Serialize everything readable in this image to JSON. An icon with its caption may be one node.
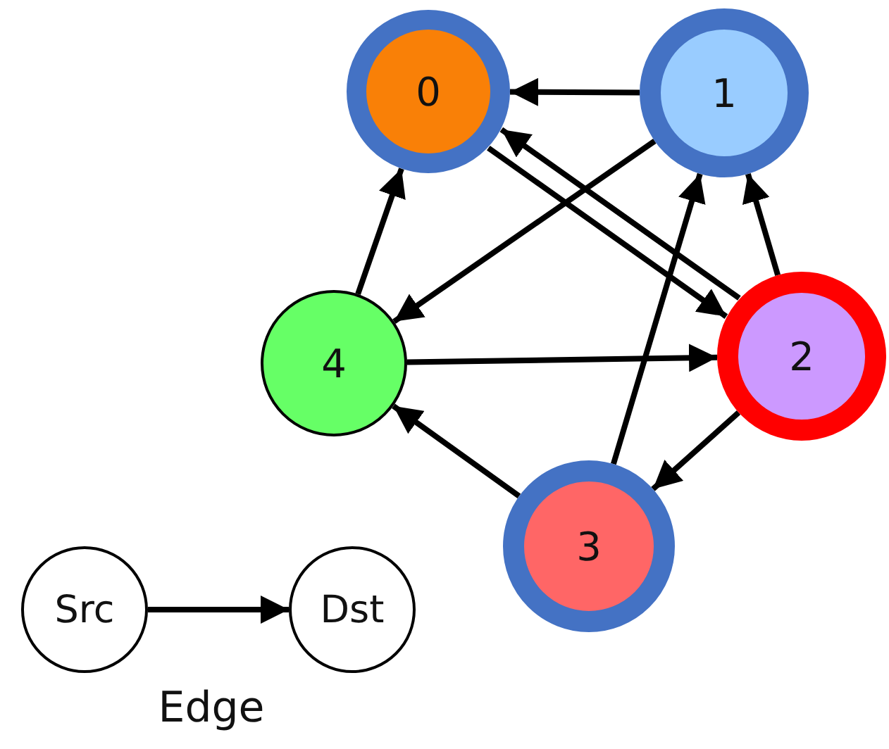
{
  "diagram": {
    "nodes": [
      {
        "text": [
          "0"
        ]
      },
      {
        "text": [
          "1"
        ]
      },
      {
        "text": [
          "2"
        ]
      },
      {
        "text": [
          "3"
        ]
      },
      {
        "text": [
          "4"
        ]
      },
      {
        "text": [
          "Src"
        ]
      },
      {
        "text": [
          "Dst"
        ]
      }
    ],
    "edges": [
      {
        "from": 1,
        "to": 0,
        "arrow": "to"
      },
      {
        "from": 1,
        "to": 4,
        "arrow": "to"
      },
      {
        "from": 0,
        "to": 2,
        "arrow": "to"
      },
      {
        "from": 2,
        "to": 0,
        "arrow": "to"
      },
      {
        "from": 2,
        "to": 1,
        "arrow": "to"
      },
      {
        "from": 4,
        "to": 0,
        "arrow": "to"
      },
      {
        "from": 4,
        "to": 2,
        "arrow": "to"
      },
      {
        "from": 3,
        "to": 1,
        "arrow": "to"
      },
      {
        "from": 3,
        "to": 4,
        "arrow": "to"
      },
      {
        "from": 2,
        "to": 3,
        "arrow": "to"
      },
      {
        "from": 5,
        "to": 6,
        "arrow": "to"
      }
    ],
    "labels": [
      "Edge"
    ]
  }
}
